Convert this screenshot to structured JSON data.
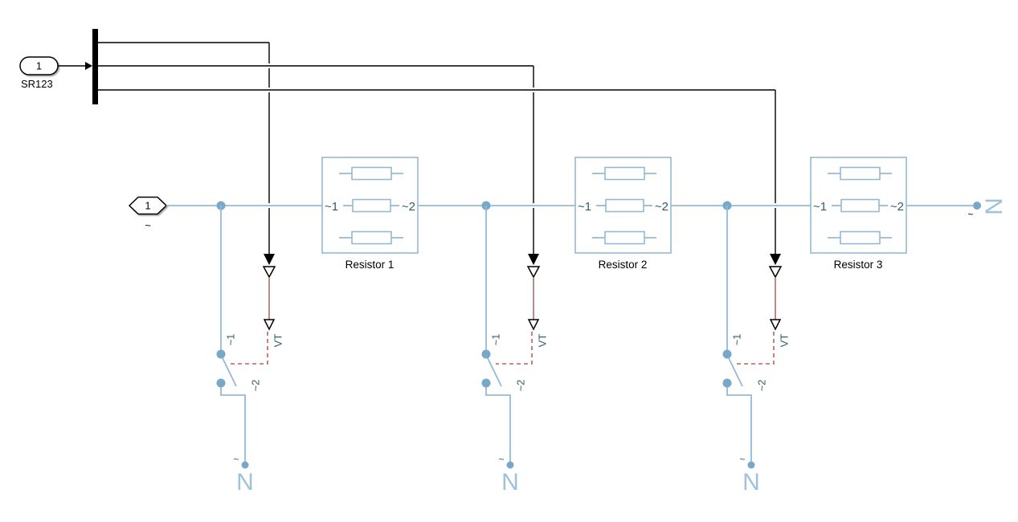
{
  "colors": {
    "wire_blue": "#94b9d4",
    "node_blue": "#78a7c8",
    "light_blue": "#9fc2da",
    "teal_label": "#2f5d68",
    "maroon": "#9b5a56",
    "dashed_red": "#c05f5a",
    "black": "#000000"
  },
  "inport": {
    "number": "1",
    "name": "SR123"
  },
  "source_port": {
    "number": "1",
    "tilde": "~"
  },
  "resistor_blocks": [
    {
      "label": "Resistor 1",
      "port_left": "~1",
      "port_right": "~2"
    },
    {
      "label": "Resistor 2",
      "port_left": "~1",
      "port_right": "~2"
    },
    {
      "label": "Resistor 3",
      "port_left": "~1",
      "port_right": "~2"
    }
  ],
  "breakers": [
    {
      "port1": "~1",
      "port2": "~2",
      "sensor": "VT",
      "neutral_tilde": "~",
      "neutral": "N"
    },
    {
      "port1": "~1",
      "port2": "~2",
      "sensor": "VT",
      "neutral_tilde": "~",
      "neutral": "N"
    },
    {
      "port1": "~1",
      "port2": "~2",
      "sensor": "VT",
      "neutral_tilde": "~",
      "neutral": "N"
    }
  ],
  "output_terminal": {
    "tilde": "~",
    "label": "N"
  }
}
